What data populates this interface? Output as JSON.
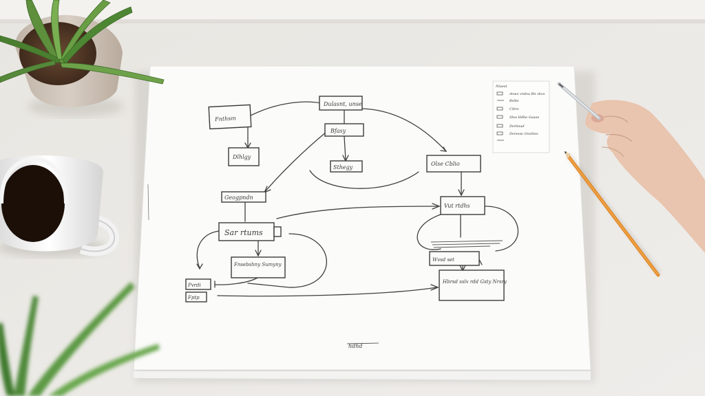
{
  "scene": {
    "description_tags": [
      "desk",
      "paper",
      "flowchart-sketch",
      "coffee-mug",
      "plant",
      "hand",
      "pen",
      "pencil"
    ],
    "colors": {
      "desk": "#eceae6",
      "paper": "#fbfbfa",
      "ink": "#3a3a3a",
      "coffee": "#1b0f08",
      "pencil": "#e08a2c",
      "plant_leaf": "#4f8a3a",
      "skin": "#e9c4ae"
    }
  },
  "diagram": {
    "boxes": [
      {
        "id": "b1",
        "label": "Fnthsm"
      },
      {
        "id": "b2",
        "label": "Dulasnt, unse"
      },
      {
        "id": "b3",
        "label": "Bfasy"
      },
      {
        "id": "b4",
        "label": "Sthegy"
      },
      {
        "id": "b5",
        "label": "Dlhlgy"
      },
      {
        "id": "b6",
        "label": "Olse Cblio"
      },
      {
        "id": "b7",
        "label": "Geogpndn"
      },
      {
        "id": "b8",
        "label": "Sar rtums"
      },
      {
        "id": "b9",
        "label": "Vut rtdhs"
      },
      {
        "id": "b10",
        "label": "Fnsebshny Sumyny"
      },
      {
        "id": "b11",
        "label": "Pvrdi"
      },
      {
        "id": "b12",
        "label": "Fptp"
      },
      {
        "id": "b13",
        "label": "Wvsd set"
      },
      {
        "id": "b14",
        "label": "Hbrsd sslv rdd Gsty Nrsry"
      }
    ],
    "legend_items": [
      "Nlaest",
      "Aswe vndsu Bn sbvs",
      "Bslbs",
      "Cibrs",
      "Sbw Hdbe Gaase",
      "Dsrbnad",
      "Dsresse Gnsihes"
    ],
    "signature": "hdhd"
  }
}
